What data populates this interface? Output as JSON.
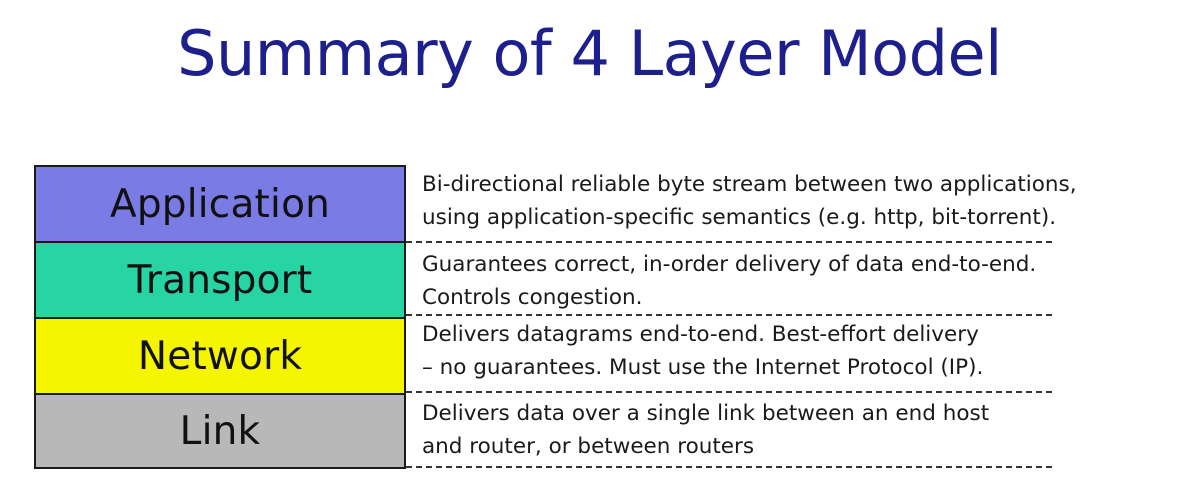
{
  "title": "Summary of 4 Layer Model",
  "layers": [
    {
      "name": "Application",
      "color": "#7b7be6",
      "lines": [
        "Bi-directional reliable byte stream between two applications,",
        "using application-specific semantics (e.g. http, bit-torrent)."
      ]
    },
    {
      "name": "Transport",
      "color": "#26d4a4",
      "lines": [
        "Guarantees correct, in-order delivery of data end-to-end.",
        "Controls congestion."
      ]
    },
    {
      "name": "Network",
      "color": "#f5f500",
      "lines": [
        "Delivers datagrams end-to-end. Best-effort delivery",
        "– no guarantees. Must use the Internet Protocol (IP)."
      ]
    },
    {
      "name": "Link",
      "color": "#b8b8b8",
      "lines": [
        "Delivers data over a single link between an end host",
        "and router, or between routers"
      ]
    }
  ]
}
